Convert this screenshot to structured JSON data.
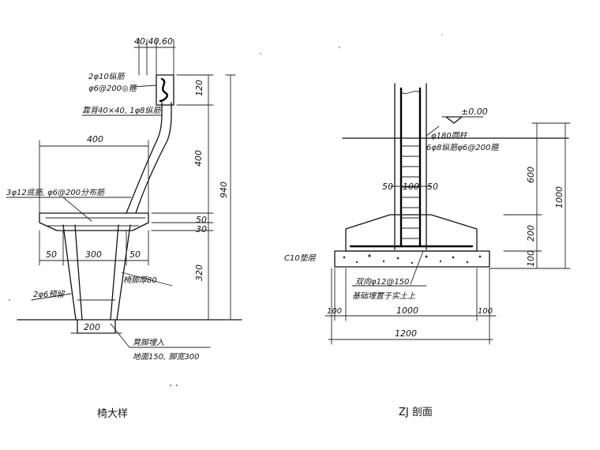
{
  "left": {
    "caption": "椅大样",
    "dims": {
      "top_spacing": "40,40,60",
      "d120": "120",
      "d400": "400",
      "d940": "940",
      "d50": "50",
      "d30": "30",
      "d320": "320",
      "w400": "400",
      "w50a": "50",
      "w300": "300",
      "w50b": "50",
      "w200": "200"
    },
    "notes": {
      "rebar_top_1": "2φ10纵筋",
      "rebar_top_2": "φ6@200◎箍",
      "backrest": "靠背40×40, 1φ8纵筋",
      "slab": "3φ12底筋, φ6@200分布筋",
      "leg": "椅脚厚80",
      "preset": "2φ6预留",
      "embed_1": "凳脚埋入",
      "embed_2": "地面150, 脚宽300"
    }
  },
  "right": {
    "caption": "ZJ 剖面",
    "dims": {
      "elev": "±0.00",
      "d600": "600",
      "d1000": "1000",
      "d200": "200",
      "d100": "100",
      "c50a": "50",
      "c100": "100",
      "c50b": "50",
      "b100a": "100",
      "b1000": "1000",
      "b100b": "100",
      "b1200": "1200"
    },
    "notes": {
      "column_1": "φ180圆柱",
      "column_2": "6φ8纵筋φ6@200箍",
      "cushion": "C10垫层",
      "footing_1": "双向φ12@150",
      "footing_2": "基础埋置于实土上"
    }
  }
}
